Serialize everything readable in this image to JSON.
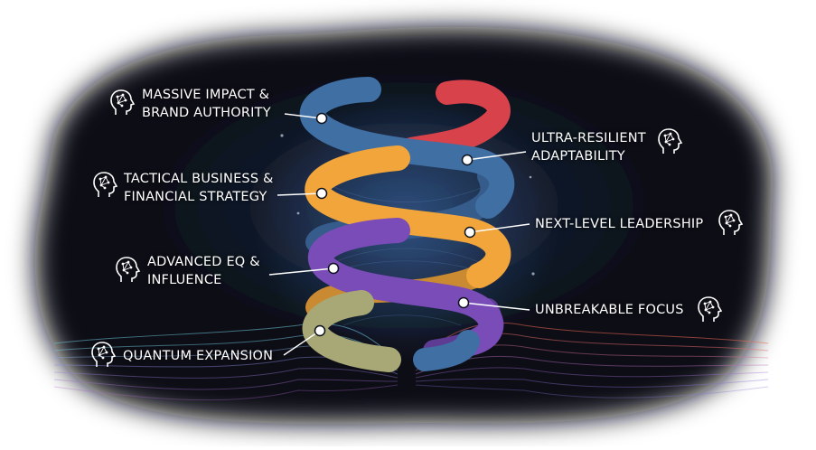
{
  "colors": {
    "background": "#0c1019",
    "blue_strand": "#3f6fa3",
    "red_strand": "#d8424a",
    "orange_strand": "#f2a53a",
    "purple_strand": "#7a4cb8",
    "olive_strand": "#a8a877",
    "wave_left": "#6fc8dc",
    "wave_right": "#ef6a55",
    "label_text": "#ffffff"
  },
  "icons": {
    "node": "head-with-brain-network-icon"
  },
  "labels": {
    "massive_impact": [
      "MASSIVE IMPACT &",
      "BRAND AUTHORITY"
    ],
    "tactical_business": [
      "TACTICAL BUSINESS &",
      "FINANCIAL STRATEGY"
    ],
    "advanced_eq": [
      "ADVANCED EQ &",
      "INFLUENCE"
    ],
    "quantum_expansion": [
      "QUANTUM EXPANSION"
    ],
    "ultra_resilient": [
      "ULTRA-RESILIENT",
      "ADAPTABILITY"
    ],
    "next_level": [
      "NEXT-LEVEL LEADERSHIP"
    ],
    "unbreakable_focus": [
      "UNBREAKABLE FOCUS"
    ]
  }
}
